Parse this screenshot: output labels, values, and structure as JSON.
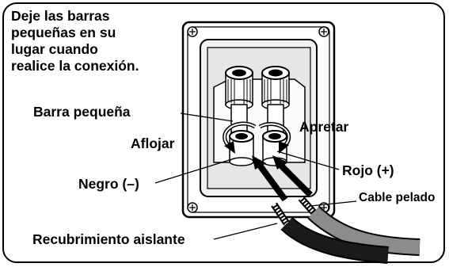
{
  "note": {
    "lines": [
      "Deje las barras",
      "pequeñas en su",
      "lugar cuando",
      "realice la conexión."
    ]
  },
  "labels": {
    "small_bar": "Barra pequeña",
    "loosen": "Aflojar",
    "tighten": "Apretar",
    "black": "Negro (–)",
    "red": "Rojo (+)",
    "stripped_cable": "Cable pelado",
    "insulation": "Recubrimiento aislante"
  },
  "colors": {
    "outline": "#000000",
    "plate": "#ffffff",
    "recess": "#d9d9d9",
    "cable_dark": "#1a1a1a",
    "cable_gray": "#8c8c8c"
  }
}
